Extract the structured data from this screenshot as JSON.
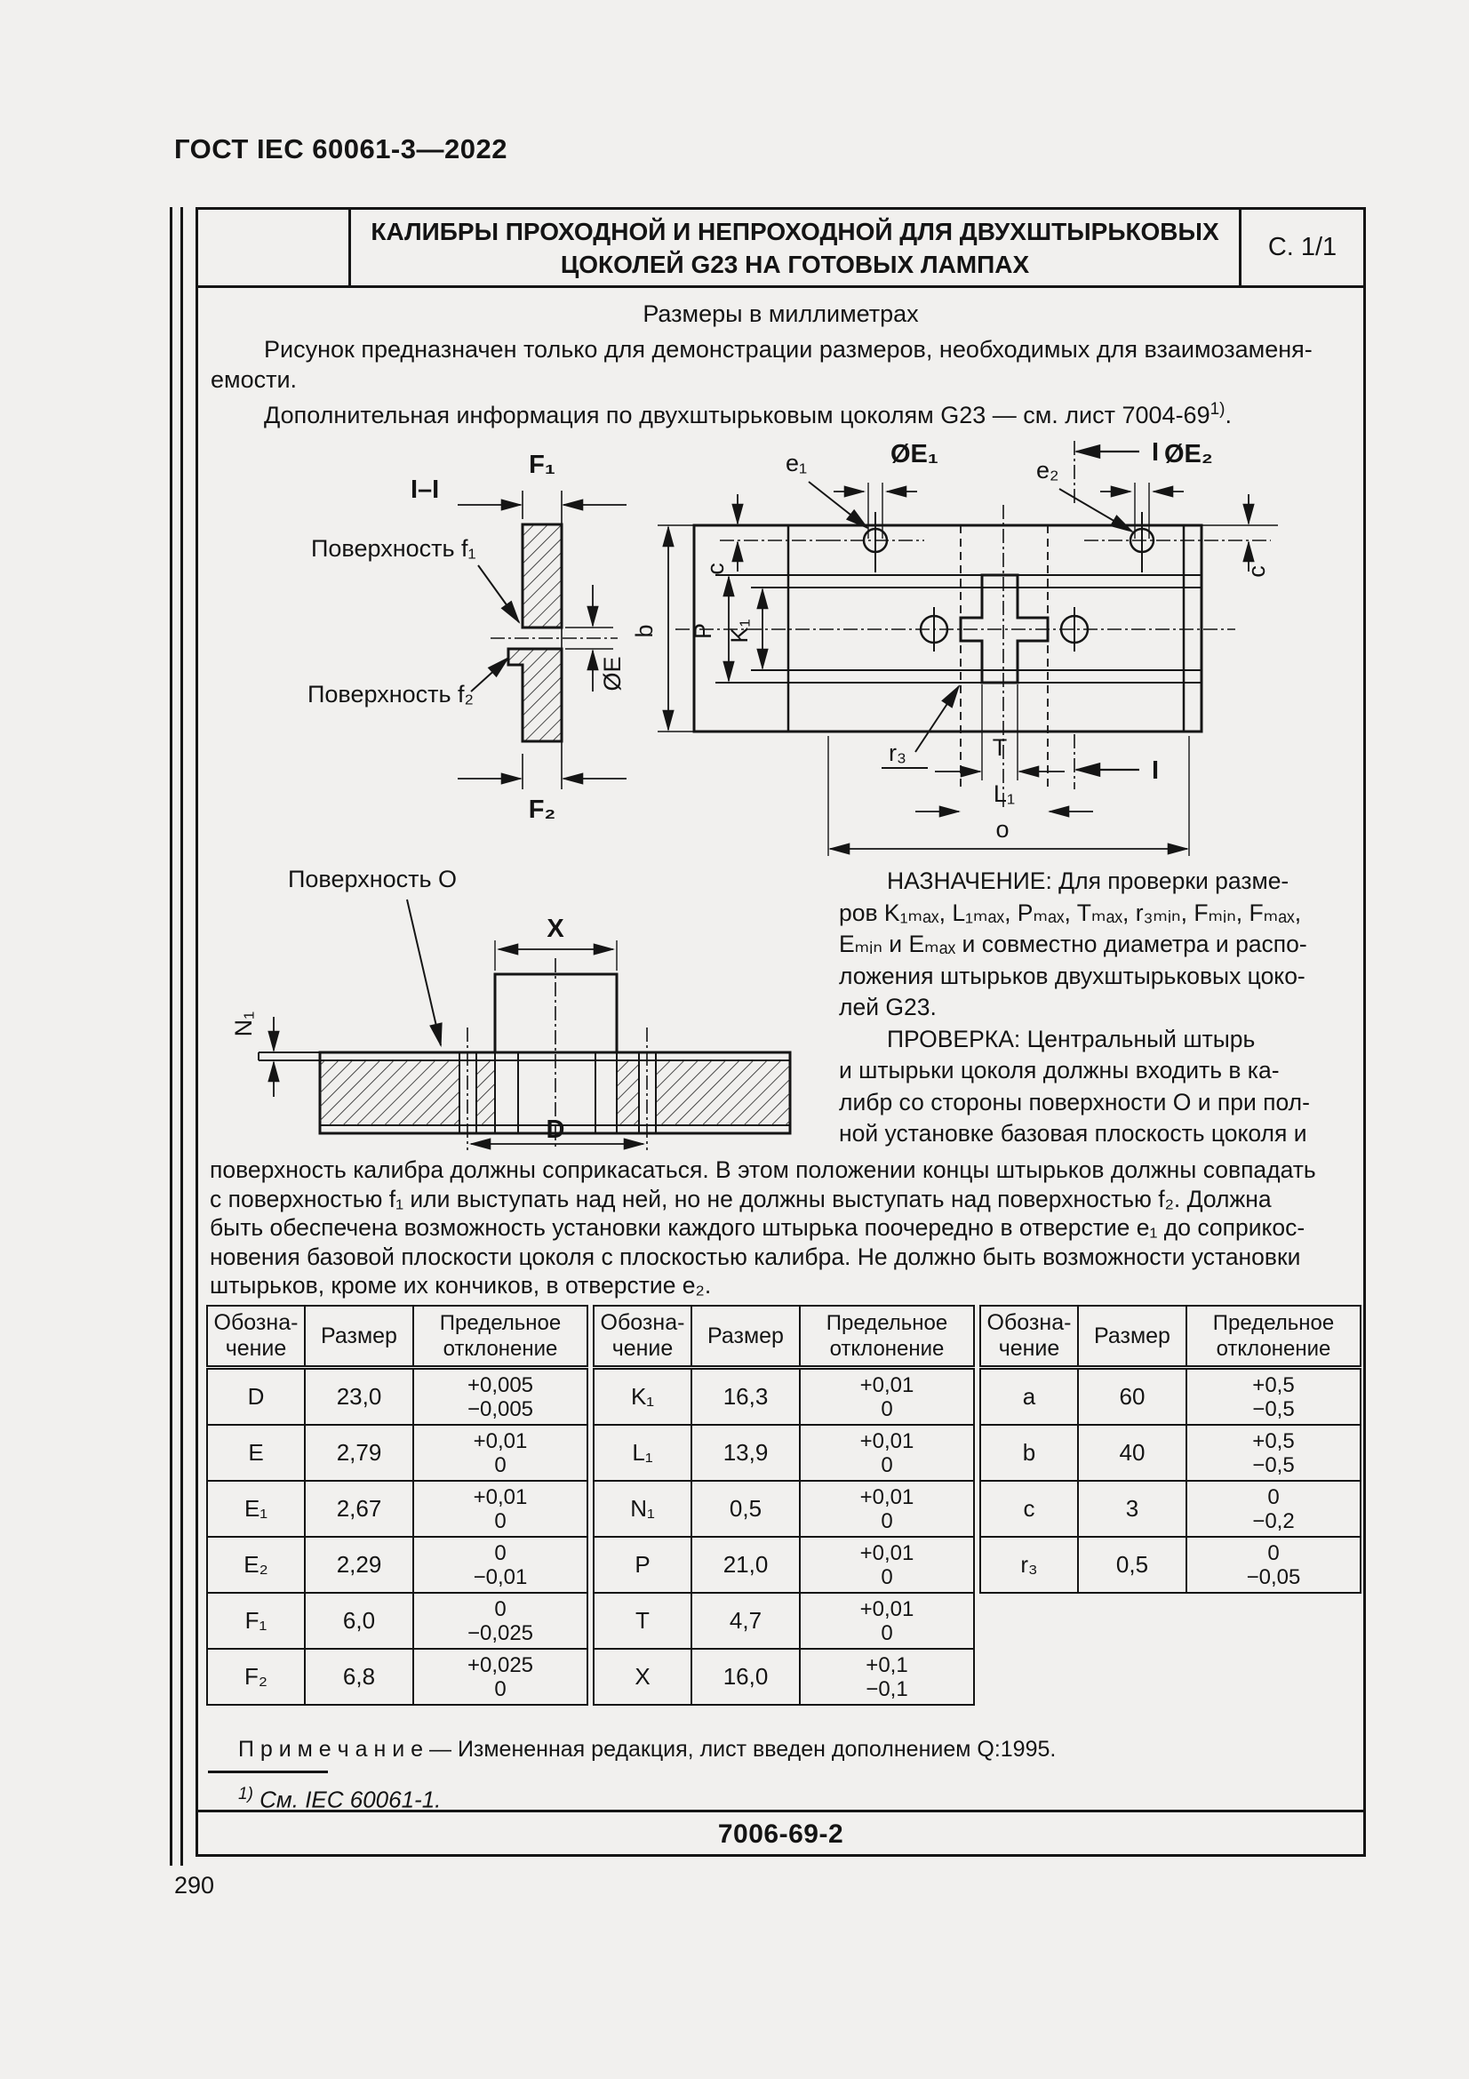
{
  "page": {
    "standard": "ГОСТ IEC 60061-3—2022",
    "page_number": "290"
  },
  "title_block": {
    "title_line1": "КАЛИБРЫ ПРОХОДНОЙ И НЕПРОХОДНОЙ ДЛЯ ДВУХШТЫРЬКОВЫХ",
    "title_line2": "ЦОКОЛЕЙ G23 НА ГОТОВЫХ ЛАМПАХ",
    "sheet": "С. 1/1"
  },
  "intro": {
    "units_note": "Размеры в миллиметрах",
    "para1": "Рисунок предназначен только для демонстрации размеров, необходимых для взаимозаменя-\nемости.",
    "para2_text": "Дополнительная информация по двухштырьковым цоколям G23 — см. лист 7004-69",
    "para2_sup": "1)",
    "para2_end": "."
  },
  "drawings": {
    "section_view": {
      "section_label": "I–I",
      "f1": "F₁",
      "f2": "F₂",
      "surface_f1": "Поверхность f₁",
      "surface_f2": "Поверхность f₂",
      "diameter_e": "ØE"
    },
    "plan_view": {
      "e1": "e₁",
      "diameter_e1": "ØE₁",
      "e2": "e₂",
      "diameter_e2": "ØE₂",
      "c_left": "c",
      "c_right": "c",
      "b": "b",
      "p": "P",
      "k1": "K₁",
      "r3": "r₃",
      "t": "T",
      "l1": "L₁",
      "o": "o",
      "section_i_top": "I",
      "section_i_bottom": "I"
    },
    "bottom_view": {
      "surface_o": "Поверхность О",
      "x": "X",
      "n1": "N₁",
      "d": "D"
    }
  },
  "purpose": "НАЗНАЧЕНИЕ: Для проверки разме-\nров K₁ₘₐₓ, L₁ₘₐₓ, Pₘₐₓ, Tₘₐₓ, r₃ₘᵢₙ, Fₘᵢₙ, Fₘₐₓ,\nEₘᵢₙ и Eₘₐₓ и совместно диаметра и распо-\nложения штырьков двухштырьковых цоко-\nлей G23.",
  "check": "ПРОВЕРКА: Центральный штырь\nи штырьки цоколя должны входить в ка-\nлибр со стороны поверхности О и при пол-\nной установке базовая плоскость цоколя и",
  "body_para": "поверхность калибра должны соприкасаться. В этом положении концы штырьков должны совпадать\nс поверхностью f₁ или выступать над ней, но не должны выступать над поверхностью f₂. Должна\nбыть обеспечена возможность установки каждого штырька поочередно в отверстие e₁ до соприкос-\nновения базовой плоскости цоколя с плоскостью калибра. Не должно быть возможности установки\nштырьков, кроме их кончиков, в отверстие e₂.",
  "table": {
    "col_headers": {
      "designation": "Обозна-\nчение",
      "size": "Размер",
      "tolerance": "Предельное\nотклонение"
    },
    "groups": [
      [
        {
          "sym": "D",
          "size": "23,0",
          "upper": "+0,005",
          "lower": "−0,005"
        },
        {
          "sym": "E",
          "size": "2,79",
          "upper": "+0,01",
          "lower": "0"
        },
        {
          "sym": "E₁",
          "size": "2,67",
          "upper": "+0,01",
          "lower": "0"
        },
        {
          "sym": "E₂",
          "size": "2,29",
          "upper": "0",
          "lower": "−0,01"
        },
        {
          "sym": "F₁",
          "size": "6,0",
          "upper": "0",
          "lower": "−0,025"
        },
        {
          "sym": "F₂",
          "size": "6,8",
          "upper": "+0,025",
          "lower": "0"
        }
      ],
      [
        {
          "sym": "K₁",
          "size": "16,3",
          "upper": "+0,01",
          "lower": "0"
        },
        {
          "sym": "L₁",
          "size": "13,9",
          "upper": "+0,01",
          "lower": "0"
        },
        {
          "sym": "N₁",
          "size": "0,5",
          "upper": "+0,01",
          "lower": "0"
        },
        {
          "sym": "P",
          "size": "21,0",
          "upper": "+0,01",
          "lower": "0"
        },
        {
          "sym": "T",
          "size": "4,7",
          "upper": "+0,01",
          "lower": "0"
        },
        {
          "sym": "X",
          "size": "16,0",
          "upper": "+0,1",
          "lower": "−0,1"
        }
      ],
      [
        {
          "sym": "a",
          "size": "60",
          "upper": "+0,5",
          "lower": "−0,5"
        },
        {
          "sym": "b",
          "size": "40",
          "upper": "+0,5",
          "lower": "−0,5"
        },
        {
          "sym": "c",
          "size": "3",
          "upper": "0",
          "lower": "−0,2"
        },
        {
          "sym": "r₃",
          "size": "0,5",
          "upper": "0",
          "lower": "−0,05"
        }
      ]
    ]
  },
  "note": {
    "label": "П р и м е ч а н и е",
    "text": " — Измененная редакция, лист введен дополнением Q:1995."
  },
  "footnote": {
    "marker": "1)",
    "text": "См. IEC 60061-1."
  },
  "footer": {
    "sheet_id": "7006-69-2"
  }
}
